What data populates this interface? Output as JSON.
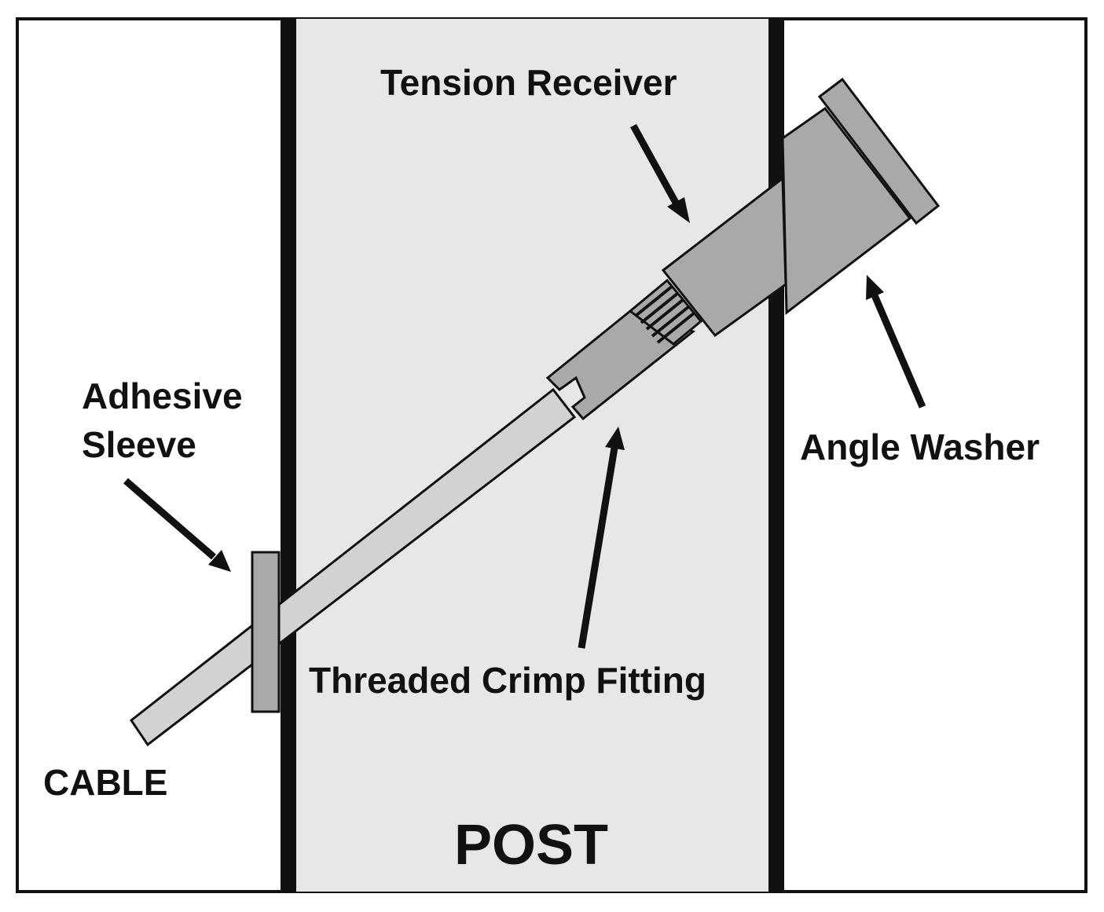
{
  "labels": {
    "tension_receiver": "Tension Receiver",
    "adhesive_sleeve_line1": "Adhesive",
    "adhesive_sleeve_line2": "Sleeve",
    "angle_washer": "Angle Washer",
    "threaded_crimp_fitting": "Threaded Crimp Fitting",
    "cable": "CABLE",
    "post": "POST"
  },
  "colors": {
    "outline": "#111111",
    "post_fill": "#e6e7e8",
    "part_fill": "#a8a9ab",
    "cable_fill": "#d1d2d4",
    "background": "#ffffff"
  }
}
